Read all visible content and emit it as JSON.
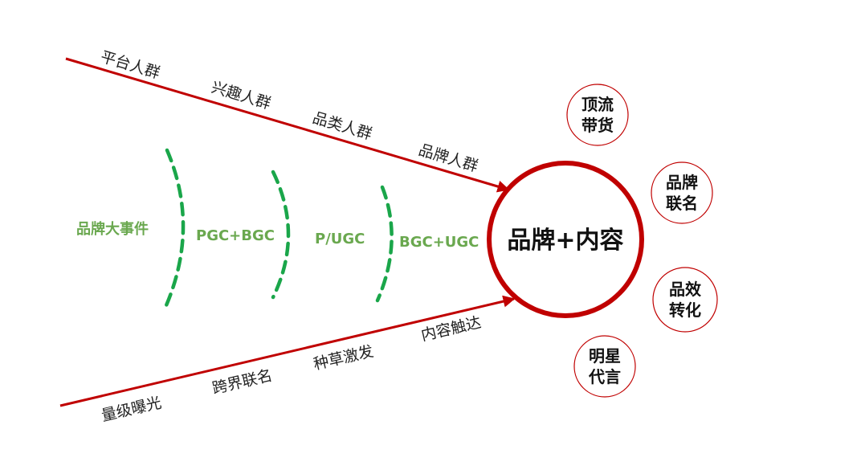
{
  "colors": {
    "accent_red": "#c00000",
    "accent_green": "#1aa64a",
    "label_green": "#6aa84f",
    "text_dark": "#222222"
  },
  "top_line_labels": [
    "平台人群",
    "兴趣人群",
    "品类人群",
    "品牌人群"
  ],
  "bottom_line_labels": [
    "量级曝光",
    "跨界联名",
    "种草激发",
    "内容触达"
  ],
  "phases": [
    "品牌大事件",
    "PGC+BGC",
    "P/UGC",
    "BGC+UGC"
  ],
  "center": {
    "label": "品牌+内容"
  },
  "side_circles": [
    {
      "line1": "顶流",
      "line2": "带货"
    },
    {
      "line1": "品牌",
      "line2": "联名"
    },
    {
      "line1": "品效",
      "line2": "转化"
    },
    {
      "line1": "明星",
      "line2": "代言"
    }
  ]
}
